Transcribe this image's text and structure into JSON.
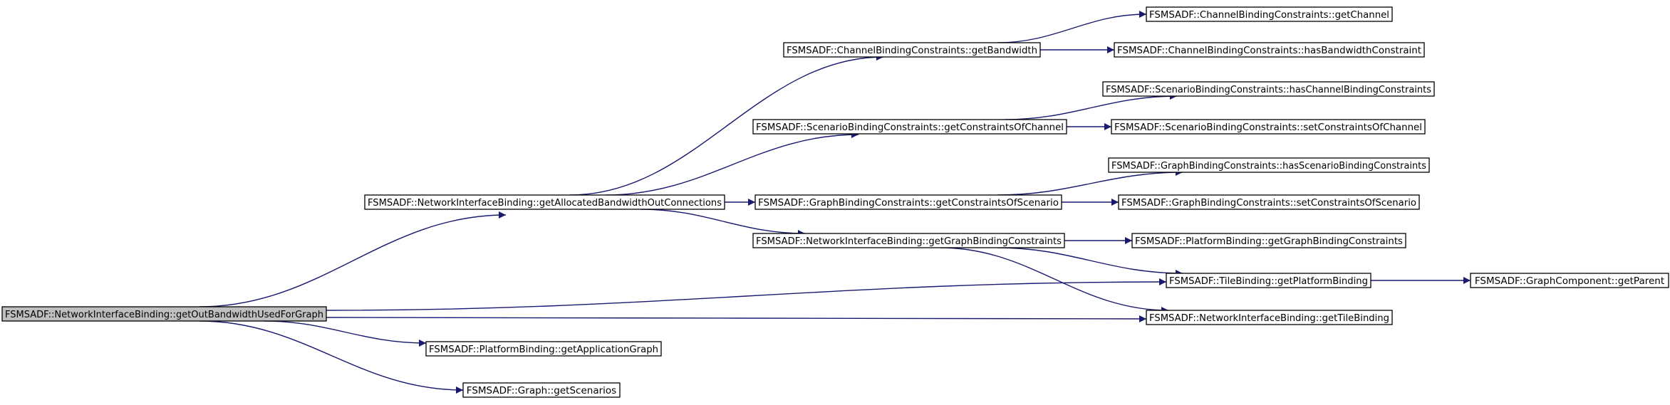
{
  "graph": {
    "root": "FSMSADF::NetworkInterfaceBinding::getOutBandwidthUsedForGraph",
    "nodes": {
      "root": "FSMSADF::NetworkInterfaceBinding::getOutBandwidthUsedForGraph",
      "getAllocatedBandwidthOutConnections": "FSMSADF::NetworkInterfaceBinding::getAllocatedBandwidthOutConnections",
      "getApplicationGraph": "FSMSADF::PlatformBinding::getApplicationGraph",
      "getScenarios": "FSMSADF::Graph::getScenarios",
      "getBandwidth": "FSMSADF::ChannelBindingConstraints::getBandwidth",
      "getConstraintsOfChannel": "FSMSADF::ScenarioBindingConstraints::getConstraintsOfChannel",
      "getConstraintsOfScenario": "FSMSADF::GraphBindingConstraints::getConstraintsOfScenario",
      "getGraphBindingConstraints_NI": "FSMSADF::NetworkInterfaceBinding::getGraphBindingConstraints",
      "getChannel": "FSMSADF::ChannelBindingConstraints::getChannel",
      "hasBandwidthConstraint": "FSMSADF::ChannelBindingConstraints::hasBandwidthConstraint",
      "hasChannelBindingConstraints": "FSMSADF::ScenarioBindingConstraints::hasChannelBindingConstraints",
      "setConstraintsOfChannel": "FSMSADF::ScenarioBindingConstraints::setConstraintsOfChannel",
      "hasScenarioBindingConstraints": "FSMSADF::GraphBindingConstraints::hasScenarioBindingConstraints",
      "setConstraintsOfScenario": "FSMSADF::GraphBindingConstraints::setConstraintsOfScenario",
      "getGraphBindingConstraints_PB": "FSMSADF::PlatformBinding::getGraphBindingConstraints",
      "getPlatformBinding": "FSMSADF::TileBinding::getPlatformBinding",
      "getTileBinding": "FSMSADF::NetworkInterfaceBinding::getTileBinding",
      "getParent": "FSMSADF::GraphComponent::getParent"
    },
    "edges": [
      [
        "root",
        "getAllocatedBandwidthOutConnections"
      ],
      [
        "root",
        "getPlatformBinding"
      ],
      [
        "root",
        "getTileBinding"
      ],
      [
        "root",
        "getApplicationGraph"
      ],
      [
        "root",
        "getScenarios"
      ],
      [
        "getAllocatedBandwidthOutConnections",
        "getBandwidth"
      ],
      [
        "getAllocatedBandwidthOutConnections",
        "getConstraintsOfChannel"
      ],
      [
        "getAllocatedBandwidthOutConnections",
        "getConstraintsOfScenario"
      ],
      [
        "getAllocatedBandwidthOutConnections",
        "getGraphBindingConstraints_NI"
      ],
      [
        "getBandwidth",
        "getChannel"
      ],
      [
        "getBandwidth",
        "hasBandwidthConstraint"
      ],
      [
        "getConstraintsOfChannel",
        "hasChannelBindingConstraints"
      ],
      [
        "getConstraintsOfChannel",
        "setConstraintsOfChannel"
      ],
      [
        "getConstraintsOfScenario",
        "hasScenarioBindingConstraints"
      ],
      [
        "getConstraintsOfScenario",
        "setConstraintsOfScenario"
      ],
      [
        "getGraphBindingConstraints_NI",
        "getGraphBindingConstraints_PB"
      ],
      [
        "getGraphBindingConstraints_NI",
        "getPlatformBinding"
      ],
      [
        "getGraphBindingConstraints_NI",
        "getTileBinding"
      ],
      [
        "getPlatformBinding",
        "getParent"
      ]
    ]
  },
  "colors": {
    "edge": "#191970",
    "root_fill": "#bfbfbf",
    "node_fill": "#ffffff",
    "node_border": "#000000"
  }
}
